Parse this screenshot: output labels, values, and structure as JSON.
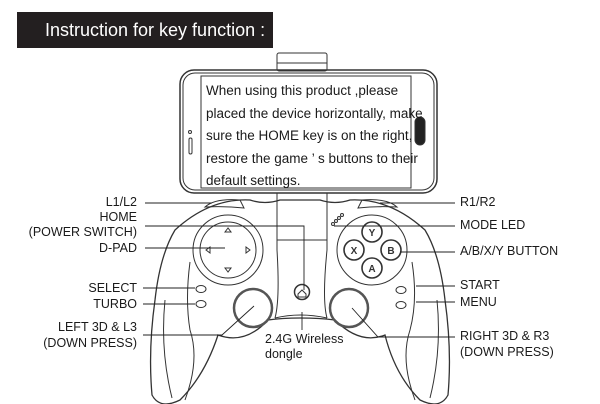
{
  "title": "Instruction for key function :",
  "screen_text": [
    "When using this product ,please",
    "placed the device horizontally, make",
    "sure the HOME key is on the right,",
    "restore the game ’ s buttons to their",
    "default settings."
  ],
  "labels": {
    "l1l2": "L1/L2",
    "home": "HOME",
    "power_switch": "(POWER SWITCH)",
    "dpad": "D-PAD",
    "select": "SELECT",
    "turbo": "TURBO",
    "left3d": "LEFT 3D & L3",
    "left_down": "(DOWN PRESS)",
    "dongle1": "2.4G Wireless",
    "dongle2": "dongle",
    "r1r2": "R1/R2",
    "mode_led": "MODE LED",
    "abxy": "A/B/X/Y BUTTON",
    "start": "START",
    "menu": "MENU",
    "right3d": "RIGHT 3D & R3",
    "right_down": "(DOWN PRESS)"
  },
  "buttons": {
    "y": "Y",
    "x": "X",
    "b": "B",
    "a": "A"
  }
}
